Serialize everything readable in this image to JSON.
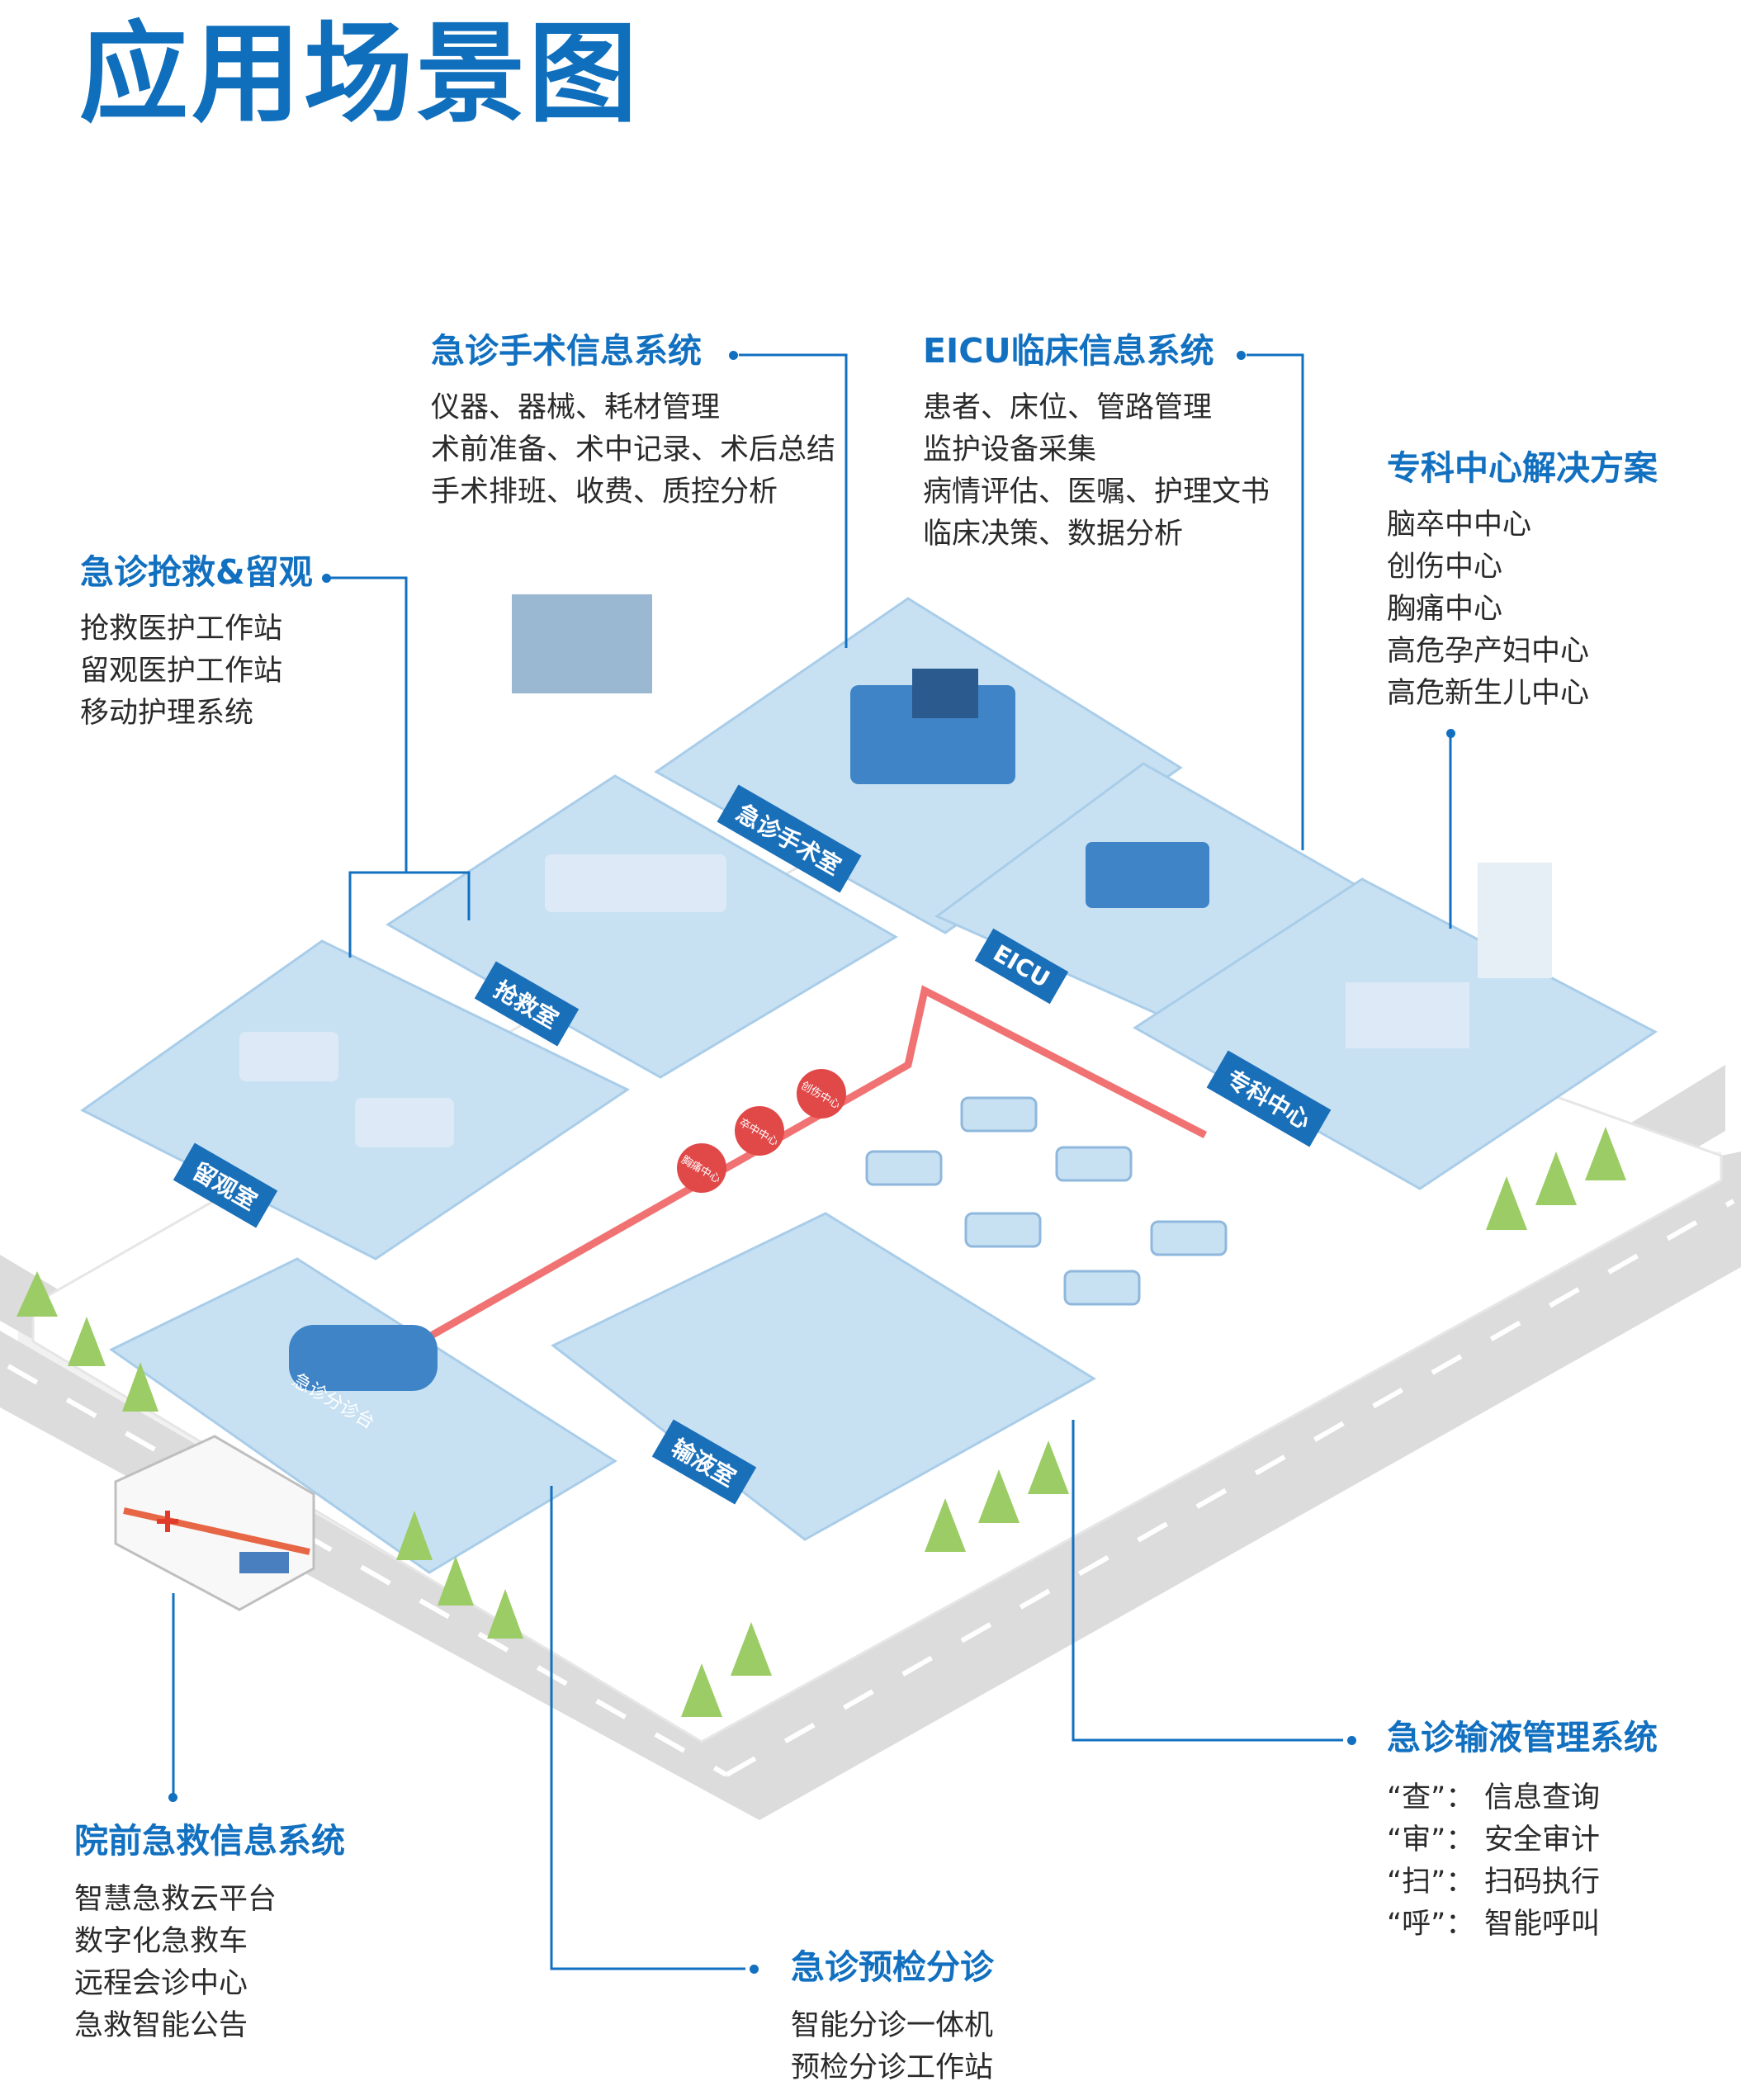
{
  "title": "应用场景图",
  "sections": {
    "surgery": {
      "title": "急诊手术信息系统",
      "items": [
        "仪器、器械、耗材管理",
        "术前准备、术中记录、术后总结",
        "手术排班、收费、质控分析"
      ]
    },
    "eicu": {
      "title": "EICU临床信息系统",
      "items": [
        "患者、床位、管路管理",
        "监护设备采集",
        "病情评估、医嘱、护理文书",
        "临床决策、数据分析"
      ]
    },
    "specialty": {
      "title": "专科中心解决方案",
      "items": [
        "脑卒中中心",
        "创伤中心",
        "胸痛中心",
        "高危孕产妇中心",
        "高危新生儿中心"
      ]
    },
    "rescue": {
      "title": "急诊抢救&留观",
      "items": [
        "抢救医护工作站",
        "留观医护工作站",
        "移动护理系统"
      ]
    },
    "infusion": {
      "title": "急诊输液管理系统",
      "items": [
        {
          "tag": "“查”：",
          "text": "信息查询"
        },
        {
          "tag": "“审”：",
          "text": "安全审计"
        },
        {
          "tag": "“扫”：",
          "text": "扫码执行"
        },
        {
          "tag": "“呼”：",
          "text": "智能呼叫"
        }
      ]
    },
    "prehospital": {
      "title": "院前急救信息系统",
      "items": [
        "智慧急救云平台",
        "数字化急救车",
        "远程会诊中心",
        "急救智能公告"
      ]
    },
    "triage": {
      "title": "急诊预检分诊",
      "items": [
        "智能分诊一体机",
        "预检分诊工作站"
      ]
    }
  },
  "rooms": {
    "surgery_room": "急诊手术室",
    "eicu_room": "EICU",
    "rescue_room": "抢救室",
    "specialty_room": "专科中心",
    "observation_room": "留观室",
    "infusion_room": "输液室",
    "triage_desk": "急诊分诊台"
  },
  "path_markers": [
    "胸痛中心",
    "卒中中心",
    "创伤中心"
  ],
  "colors": {
    "brand": "#1270c0",
    "floor": "#c7e1f3",
    "road": "#dcdcdc",
    "path": "#f07272",
    "label_bg": "#1a6fb9"
  }
}
